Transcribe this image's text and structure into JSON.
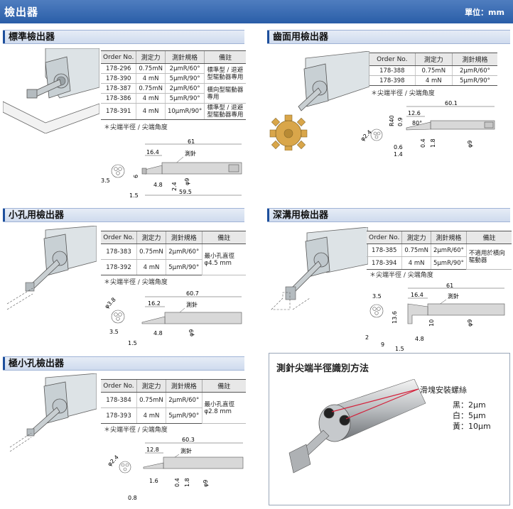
{
  "header": {
    "title": "檢出器",
    "unit": "單位：mm"
  },
  "table_headers_a": [
    "Order No.",
    "測定力",
    "測針規格",
    "備註"
  ],
  "table_headers_b": [
    "Order No.",
    "測定力",
    "測針規格"
  ],
  "standard": {
    "title": "標準檢出器",
    "rows": [
      {
        "order": "178-296",
        "force": "0.75mN",
        "spec": "2μmR/60°"
      },
      {
        "order": "178-390",
        "force": "4 mN",
        "spec": "5μmR/90°"
      },
      {
        "order": "178-387",
        "force": "0.75mN",
        "spec": "2μmR/60°"
      },
      {
        "order": "178-386",
        "force": "4 mN",
        "spec": "5μmR/90°"
      },
      {
        "order": "178-391",
        "force": "4 mN",
        "spec": "10μmR/90°"
      }
    ],
    "notes": [
      "標準型 / 退避型驅動器專用",
      "橫向型驅動器專用",
      "標準型 / 退避型驅動器專用"
    ],
    "footnote": "＊尖端半徑 / 尖端角度",
    "dims": {
      "total": "61",
      "a": "16.4",
      "stylus": "測針",
      "d1": "3.5",
      "d2": "6",
      "d3": "4.8",
      "d4": "2.4",
      "d5": "φ9",
      "d6": "1.5",
      "d7": "59.5"
    }
  },
  "gear": {
    "title": "齒面用檢出器",
    "rows": [
      {
        "order": "178-388",
        "force": "0.75mN",
        "spec": "2μmR/60°"
      },
      {
        "order": "178-398",
        "force": "4 mN",
        "spec": "5μmR/90°"
      }
    ],
    "footnote": "＊尖端半徑 / 尖端角度",
    "dims": {
      "total": "60.1",
      "a": "12.6",
      "d1": "R40",
      "d2": "0.9",
      "d3": "80°",
      "d4": "φ2.4",
      "d5": "0.6",
      "d6": "1.4",
      "d7": "0.4",
      "d8": "1.8",
      "d9": "φ9"
    }
  },
  "smallhole": {
    "title": "小孔用檢出器",
    "rows": [
      {
        "order": "178-383",
        "force": "0.75mN",
        "spec": "2μmR/60°"
      },
      {
        "order": "178-392",
        "force": "4 mN",
        "spec": "5μmR/90°"
      }
    ],
    "note": "最小孔直徑 φ4.5 mm",
    "footnote": "＊尖端半徑 / 尖端角度",
    "dims": {
      "total": "60.7",
      "a": "16.2",
      "stylus": "測針",
      "d1": "φ3.8",
      "d2": "3.5",
      "d3": "4.8",
      "d4": "φ9",
      "d5": "1.5"
    }
  },
  "deepgroove": {
    "title": "深溝用檢出器",
    "rows": [
      {
        "order": "178-385",
        "force": "0.75mN",
        "spec": "2μmR/60°"
      },
      {
        "order": "178-394",
        "force": "4 mN",
        "spec": "5μmR/90°"
      }
    ],
    "note": "不適用於橫向驅動器",
    "footnote": "＊尖端半徑 / 尖端角度",
    "dims": {
      "total": "61",
      "a": "16.4",
      "stylus": "測針",
      "d1": "3.5",
      "d2": "13.6",
      "d3": "10",
      "d4": "φ9",
      "d5": "2",
      "d6": "9",
      "d7": "4.8",
      "d8": "1.5"
    }
  },
  "extrasmall": {
    "title": "極小孔檢出器",
    "rows": [
      {
        "order": "178-384",
        "force": "0.75mN",
        "spec": "2μmR/60°"
      },
      {
        "order": "178-393",
        "force": "4 mN",
        "spec": "5μmR/90°"
      }
    ],
    "note": "最小孔直徑 φ2.8 mm",
    "footnote": "＊尖端半徑 / 尖端角度",
    "dims": {
      "total": "60.3",
      "a": "12.8",
      "stylus": "測針",
      "d1": "φ2.4",
      "d2": "1.6",
      "d3": "0.4",
      "d4": "1.8",
      "d5": "φ9",
      "d6": "0.8"
    }
  },
  "method": {
    "title": "測針尖端半徑識別方法",
    "label": "滑塊安裝螺絲",
    "black": "黑：2μm",
    "white": "白：5μm",
    "yellow": "黃：10μm"
  },
  "colors": {
    "header": "#2a5ea8",
    "accent": "#1d4f9c"
  }
}
